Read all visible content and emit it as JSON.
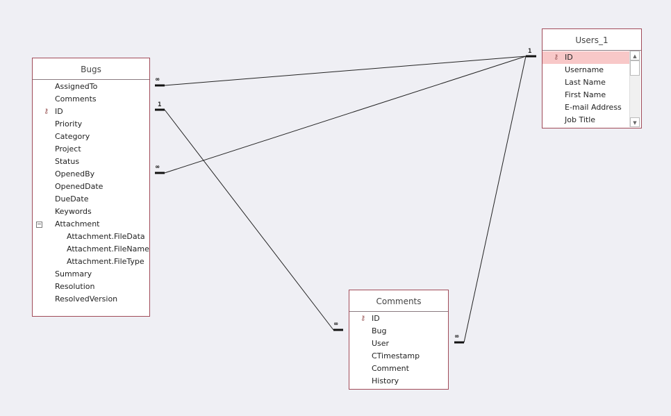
{
  "tables": [
    {
      "name": "Bugs",
      "fields": [
        {
          "label": "AssignedTo"
        },
        {
          "label": "Comments"
        },
        {
          "label": "ID",
          "key": true
        },
        {
          "label": "Priority"
        },
        {
          "label": "Category"
        },
        {
          "label": "Project"
        },
        {
          "label": "Status"
        },
        {
          "label": "OpenedBy"
        },
        {
          "label": "OpenedDate"
        },
        {
          "label": "DueDate"
        },
        {
          "label": "Keywords"
        },
        {
          "label": "Attachment",
          "expand": "−"
        },
        {
          "label": "Attachment.FileData",
          "sub": true
        },
        {
          "label": "Attachment.FileName",
          "sub": true
        },
        {
          "label": "Attachment.FileType",
          "sub": true
        },
        {
          "label": "Summary"
        },
        {
          "label": "Resolution"
        },
        {
          "label": "ResolvedVersion"
        }
      ]
    },
    {
      "name": "Users_1",
      "scroll": true,
      "fields": [
        {
          "label": "ID",
          "key": true,
          "selected": true
        },
        {
          "label": "Username"
        },
        {
          "label": "Last Name"
        },
        {
          "label": "First Name"
        },
        {
          "label": "E-mail Address"
        },
        {
          "label": "Job Title"
        }
      ]
    },
    {
      "name": "Comments",
      "fields": [
        {
          "label": "ID",
          "key": true
        },
        {
          "label": "Bug"
        },
        {
          "label": "User"
        },
        {
          "label": "CTimestamp"
        },
        {
          "label": "Comment"
        },
        {
          "label": "History"
        }
      ]
    }
  ],
  "cardinality": {
    "one": "1",
    "many": "∞"
  },
  "colors": {
    "border": "#a04a58",
    "background": "#efeff4",
    "selected": "#f8c8c8"
  }
}
